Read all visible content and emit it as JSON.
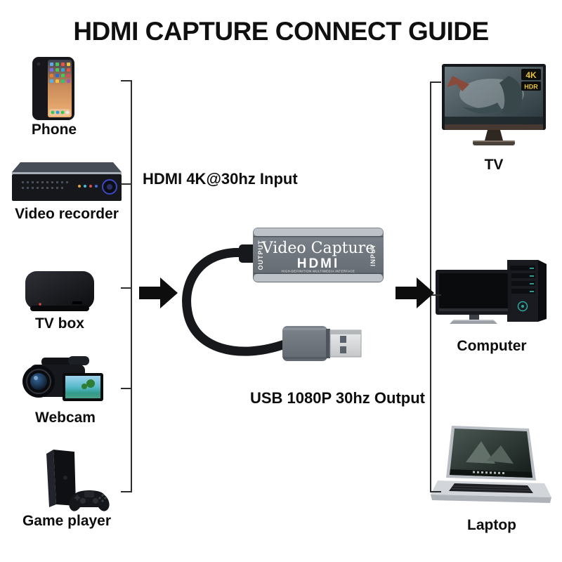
{
  "title": "HDMI CAPTURE CONNECT GUIDE",
  "flow": {
    "input_label": "HDMI 4K@30hz Input",
    "output_label": "USB 1080P 30hz Output"
  },
  "capture_device": {
    "name": "Video Capture",
    "logo": "HDMI",
    "tagline": "HIGH-DEFINITION MULTIMEDIA INTERFACE",
    "left_label": "OUTPUT",
    "right_label": "INPUT"
  },
  "source_devices": [
    {
      "label": "Phone",
      "icon": "phone-icon"
    },
    {
      "label": "Video recorder",
      "icon": "video-recorder-icon"
    },
    {
      "label": "TV box",
      "icon": "tv-box-icon"
    },
    {
      "label": "Webcam",
      "icon": "camcorder-icon"
    },
    {
      "label": "Game player",
      "icon": "game-console-icon"
    }
  ],
  "output_devices": [
    {
      "label": "TV",
      "icon": "tv-icon",
      "badges": [
        "4K",
        "HDR"
      ]
    },
    {
      "label": "Computer",
      "icon": "desktop-computer-icon"
    },
    {
      "label": "Laptop",
      "icon": "laptop-icon"
    }
  ],
  "colors": {
    "background": "#ffffff",
    "text": "#0d0d0d",
    "adapter_body": "#6e757f",
    "adapter_stripe": "#bcc2c8",
    "cable": "#17181c",
    "usb_plug": "#d9dadb",
    "badge_text": "#e8c33c",
    "bracket": "#2e2e2e"
  }
}
